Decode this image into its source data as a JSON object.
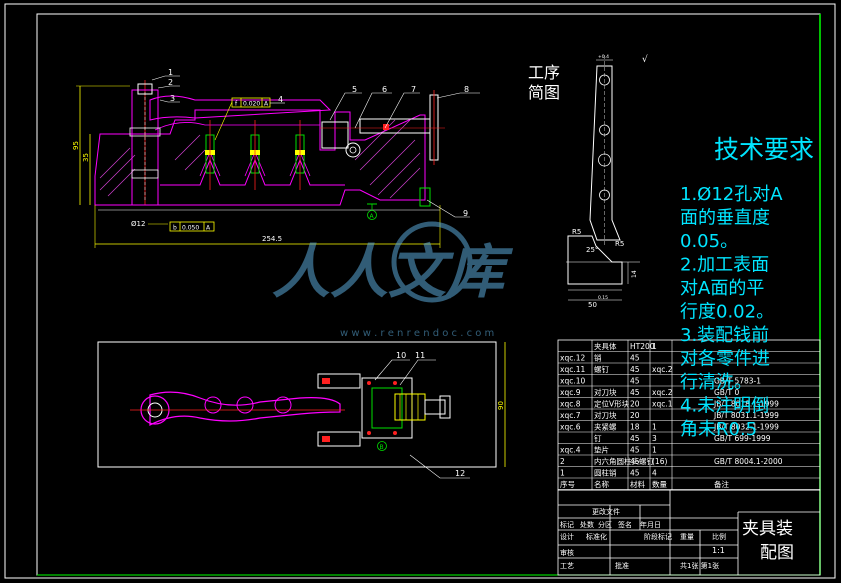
{
  "colors": {
    "background": "#000000",
    "frame": "#ffffff",
    "border": "#00ff00",
    "part": "#ff00ff",
    "section_hatch": "#d040d0",
    "dimension": "#ffff00",
    "red": "#ff2020",
    "green": "#00e000",
    "text_cyan": "#00e5ff",
    "watermark": "#5aa8d8"
  },
  "process_sketch": {
    "title_line1": "工序",
    "title_line2": "简图",
    "radius_a": "R5",
    "radius_b": "R5",
    "angle": "25°",
    "width": "50",
    "tol_top": "+0.4",
    "tol_small": "0.15",
    "dim_side": "14"
  },
  "technical_requirements": {
    "heading": "技术要求",
    "lines": [
      "1.Ø12孔对A",
      "面的垂直度",
      "0.05。",
      "2.加工表面",
      "对A面的平",
      "行度0.02。",
      "3.装配钱前",
      "对各零件进",
      "行清洗。",
      "4.未注明倒",
      "角未R0.5"
    ]
  },
  "front_view": {
    "balloons": [
      "1",
      "2",
      "3",
      "4",
      "5",
      "6",
      "7",
      "8",
      "9"
    ],
    "dim_overall": "254.5",
    "dim_height": "95",
    "dim_inner": "35",
    "dim_hole": "Ø12",
    "fcf_top": [
      "f",
      "0.020",
      "A"
    ],
    "fcf_bottom": [
      "b",
      "0.050",
      "A"
    ],
    "datum": "A"
  },
  "top_view": {
    "balloons": [
      "10",
      "11",
      "12"
    ],
    "dim_side": "90",
    "datum": "B"
  },
  "bom": {
    "rows": [
      {
        "code": "",
        "name": "夹具体",
        "qty": "HT200",
        "extra": "1",
        "std": ""
      },
      {
        "code": "xqc.12",
        "name": "销",
        "qty": "45",
        "extra": "",
        "std": ""
      },
      {
        "code": "xqc.11",
        "name": "螺钉",
        "qty": "45",
        "extra": "xqc.2",
        "std": ""
      },
      {
        "code": "xqc.10",
        "name": "",
        "qty": "45",
        "extra": "",
        "std": "GB/T 5783-1"
      },
      {
        "code": "xqc.9",
        "name": "对刀块",
        "qty": "45",
        "extra": "xqc.2",
        "std": "GB/T 0"
      },
      {
        "code": "xqc.8",
        "name": "定位V形块",
        "qty": "20",
        "extra": "xqc.1",
        "std": "JB/T 8018.1-1999"
      },
      {
        "code": "xqc.7",
        "name": "对刀块",
        "qty": "20",
        "extra": "",
        "std": "JB/T 8031.1-1999"
      },
      {
        "code": "xqc.6",
        "name": "夹紧螺",
        "qty": "18",
        "extra": "1",
        "std": "JB/T 8032.1-1999"
      },
      {
        "code": "",
        "name": "钉",
        "qty": "45",
        "extra": "3",
        "std": "GB/T 699-1999"
      },
      {
        "code": "xqc.4",
        "name": "垫片",
        "qty": "45",
        "extra": "1",
        "std": ""
      },
      {
        "code": "2",
        "name": "内六角圆柱头螺钉",
        "qty": "45",
        "extra": "(16)",
        "std": "GB/T 8004.1-2000"
      },
      {
        "code": "1",
        "name": "圆柱销",
        "qty": "45",
        "extra": "4",
        "std": ""
      }
    ],
    "header": [
      "序号",
      "名称",
      "材料",
      "数量",
      "备注"
    ]
  },
  "title_block": {
    "title_line1": "夹具装",
    "title_line2": "配图",
    "change_doc": "更改文件",
    "row_mark": [
      "标记",
      "处数",
      "分区",
      "签名",
      "年月日"
    ],
    "row_design": [
      "设计",
      "标准化",
      "阶段标记",
      "重量",
      "比例"
    ],
    "row_check": "审核",
    "row_process": [
      "工艺",
      "批准"
    ],
    "sheet": "共1张 第1张",
    "scale": "1:1"
  },
  "watermark": {
    "brand": "人人文库",
    "url": "w w w . r e n r e n d o c . c o m"
  }
}
